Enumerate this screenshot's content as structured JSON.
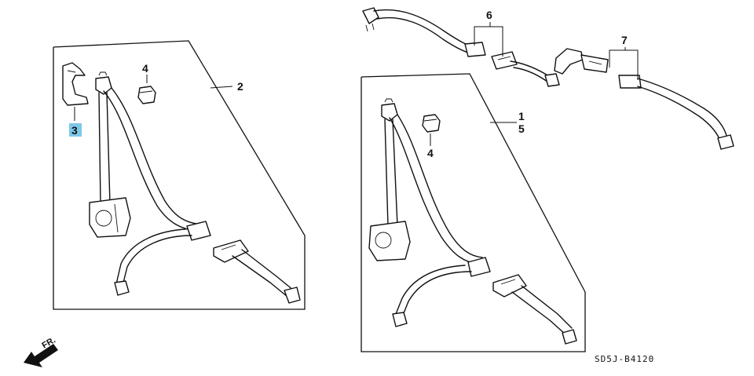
{
  "callouts": {
    "c1": "1",
    "c2": "2",
    "c3": "3",
    "c4_left": "4",
    "c4_right": "4",
    "c5": "5",
    "c6": "6",
    "c7": "7"
  },
  "footer": {
    "diagram_code": "SD5J-B4120",
    "direction_label": "FR."
  },
  "colors": {
    "highlight": "#7dc8e8",
    "ink": "#111111",
    "background": "#ffffff"
  }
}
